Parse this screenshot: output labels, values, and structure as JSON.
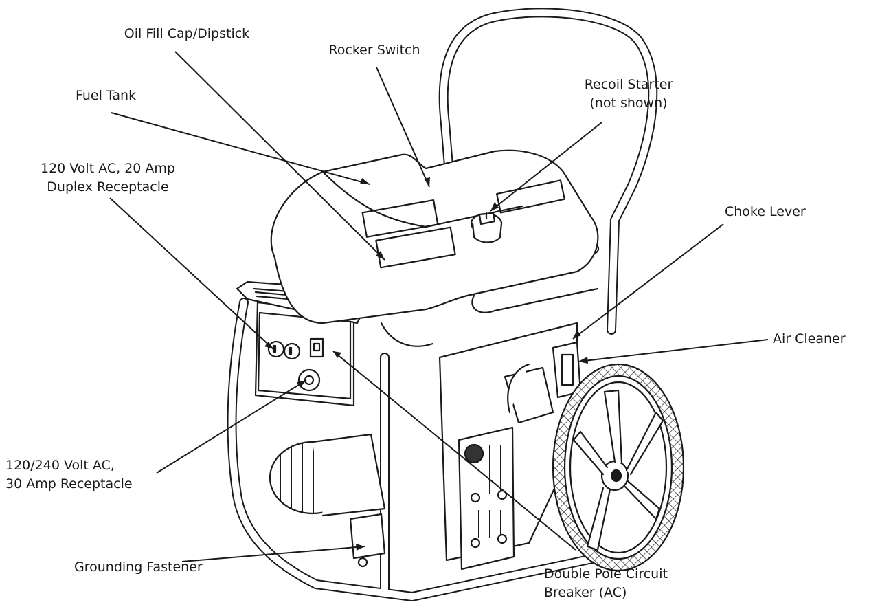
{
  "labels": {
    "oil_fill": [
      "Oil Fill Cap/Dipstick"
    ],
    "rocker_switch": [
      "Rocker Switch"
    ],
    "recoil_starter": [
      "Recoil Starter",
      "(not shown)"
    ],
    "fuel_tank": [
      "Fuel Tank"
    ],
    "choke_lever": [
      "Choke Lever"
    ],
    "duplex_receptacle": [
      "120 Volt AC, 20 Amp",
      "Duplex Receptacle"
    ],
    "air_cleaner": [
      "Air Cleaner"
    ],
    "receptacle_30a": [
      "120/240 Volt AC,",
      "30 Amp Receptacle"
    ],
    "grounding_fastener": [
      "Grounding Fastener"
    ],
    "circuit_breaker": [
      "Double Pole Circuit",
      "Breaker (AC)"
    ]
  },
  "colors": {
    "line": "#1a1a1a",
    "fill": "#ffffff",
    "hatch": "#2a2a2a"
  }
}
